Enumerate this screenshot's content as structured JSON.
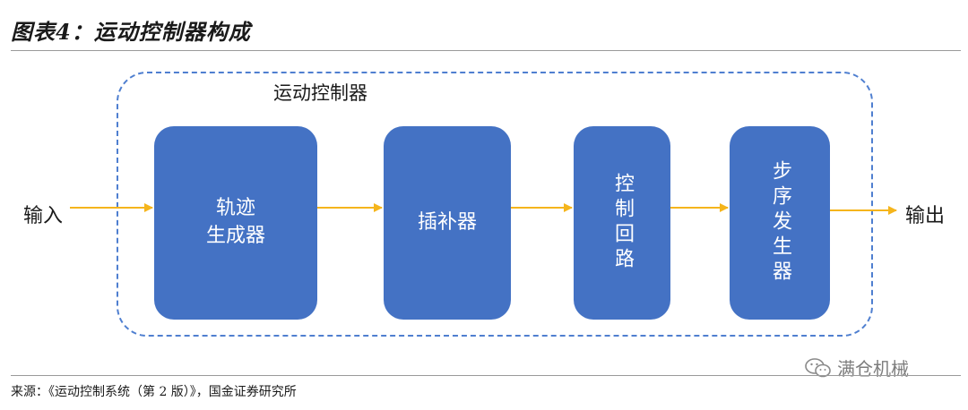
{
  "title": "图表4：运动控制器构成",
  "container_label": "运动控制器",
  "input_label": "输入",
  "output_label": "输出",
  "blocks": [
    {
      "line1": "轨迹",
      "line2": "生成器"
    },
    {
      "line1": "插补器"
    },
    {
      "vertical": "控制回路"
    },
    {
      "vertical": "步序发生器"
    }
  ],
  "source": "来源：《运动控制系统（第 2 版）》，国金证券研究所",
  "watermark": "满仓机械",
  "colors": {
    "block": "#4472c4",
    "arrow": "#f5b51c",
    "dash": "#4f7fd0"
  }
}
